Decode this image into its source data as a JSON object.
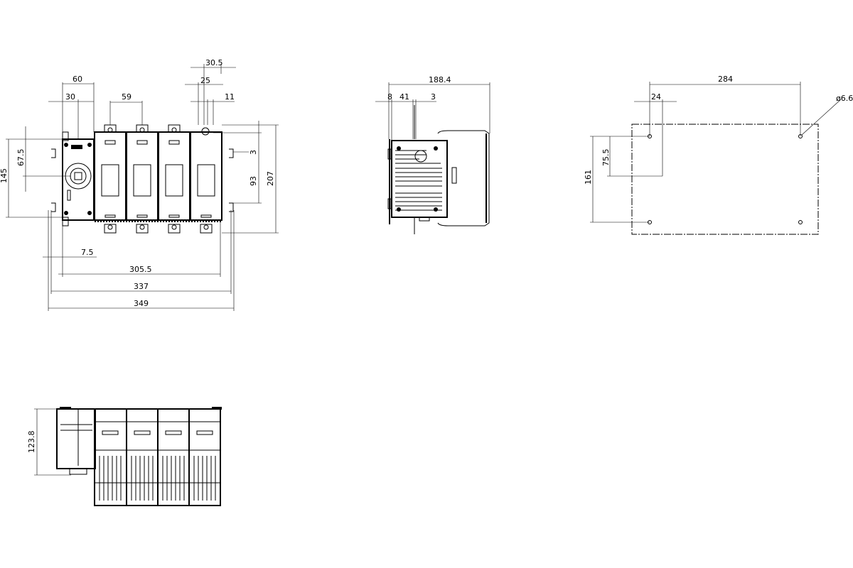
{
  "drawing": {
    "front_view": {
      "dims_top": [
        "60",
        "30",
        "59",
        "30.5",
        "25",
        "11"
      ],
      "dims_left": [
        "145",
        "67.5"
      ],
      "dims_right": [
        "3",
        "93",
        "207"
      ],
      "dims_bottom": [
        "7.5",
        "305.5",
        "337",
        "349"
      ]
    },
    "side_view": {
      "dims_top": [
        "188.4",
        "8",
        "41",
        "3"
      ]
    },
    "mounting_view": {
      "dims": [
        "284",
        "24",
        "75.5",
        "161"
      ],
      "hole_diameter": "ø6.6"
    },
    "top_view": {
      "dims": [
        "123.8"
      ]
    }
  }
}
